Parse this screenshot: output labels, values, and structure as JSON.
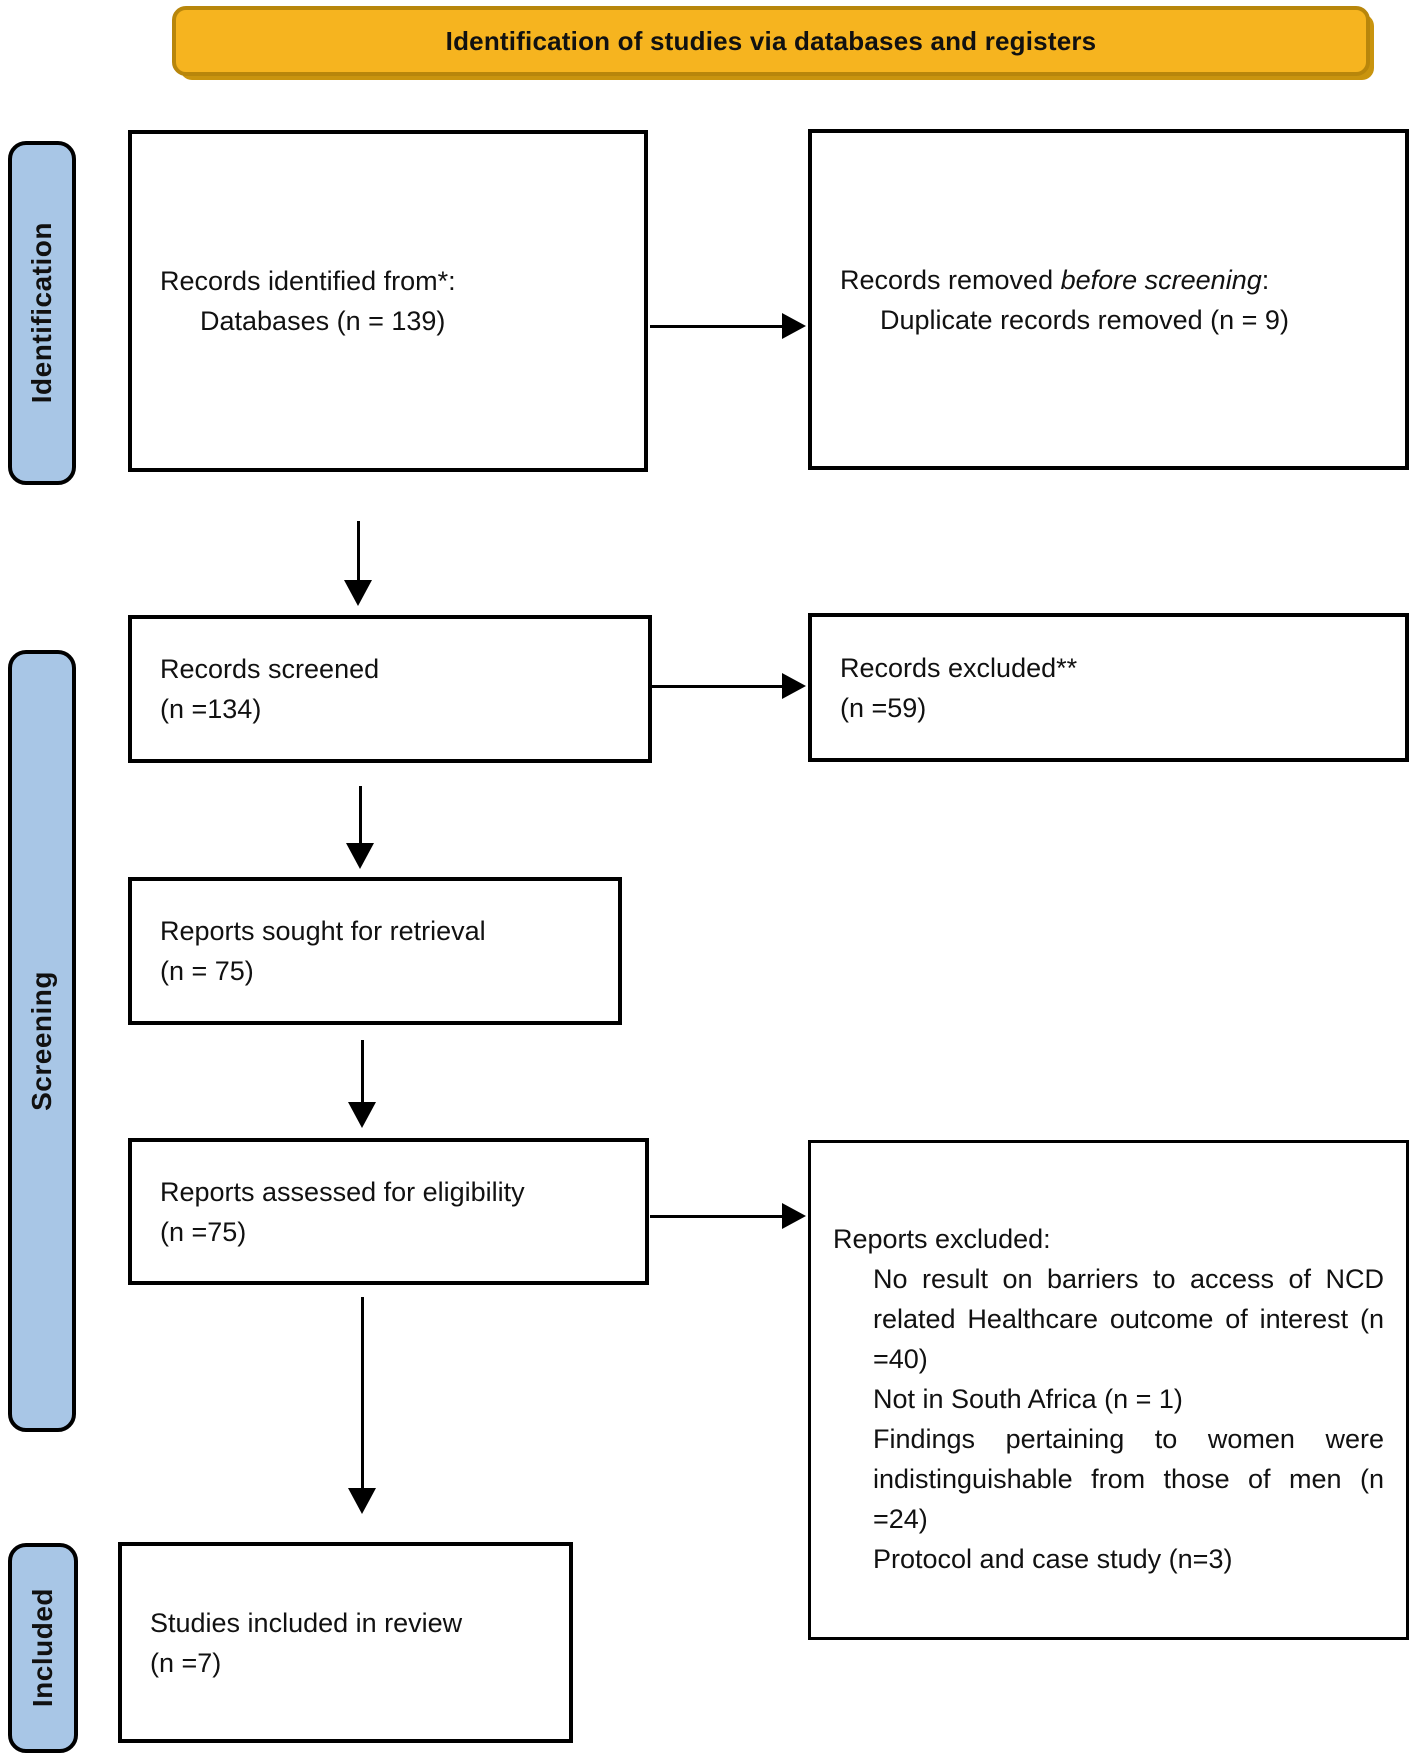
{
  "title": "Identification of studies via databases and registers",
  "colors": {
    "banner_bg": "#F6B41F",
    "banner_border": "#B8860B",
    "banner_shadow": "#C9940E",
    "sidebar_bg": "#A8C6E6",
    "box_border": "#000000"
  },
  "sidebar": {
    "identification": "Identification",
    "screening": "Screening",
    "included": "Included"
  },
  "boxes": {
    "records_identified": {
      "line1": "Records identified from*:",
      "line2": "Databases (n = 139)"
    },
    "records_removed": {
      "line1_prefix": "Records removed ",
      "line1_italic": "before screening",
      "line1_suffix": ":",
      "line2": "Duplicate records removed (n = 9)"
    },
    "records_screened": {
      "line1": "Records screened",
      "line2": "(n =134)"
    },
    "records_excluded": {
      "line1": "Records excluded**",
      "line2": "(n =59)"
    },
    "reports_sought": {
      "line1": "Reports sought for retrieval",
      "line2": "(n = 75)"
    },
    "reports_assessed": {
      "line1": "Reports assessed for eligibility",
      "line2": "(n =75)"
    },
    "reports_excluded": {
      "heading": "Reports excluded:",
      "items": [
        "No result on barriers to access of NCD related Healthcare outcome of interest (n =40)",
        "Not in South Africa (n = 1)",
        "Findings pertaining to women were indistinguishable from those of men (n =24)",
        "Protocol and case study (n=3)"
      ]
    },
    "studies_included": {
      "line1": "Studies included in review",
      "line2": "(n =7)"
    }
  }
}
